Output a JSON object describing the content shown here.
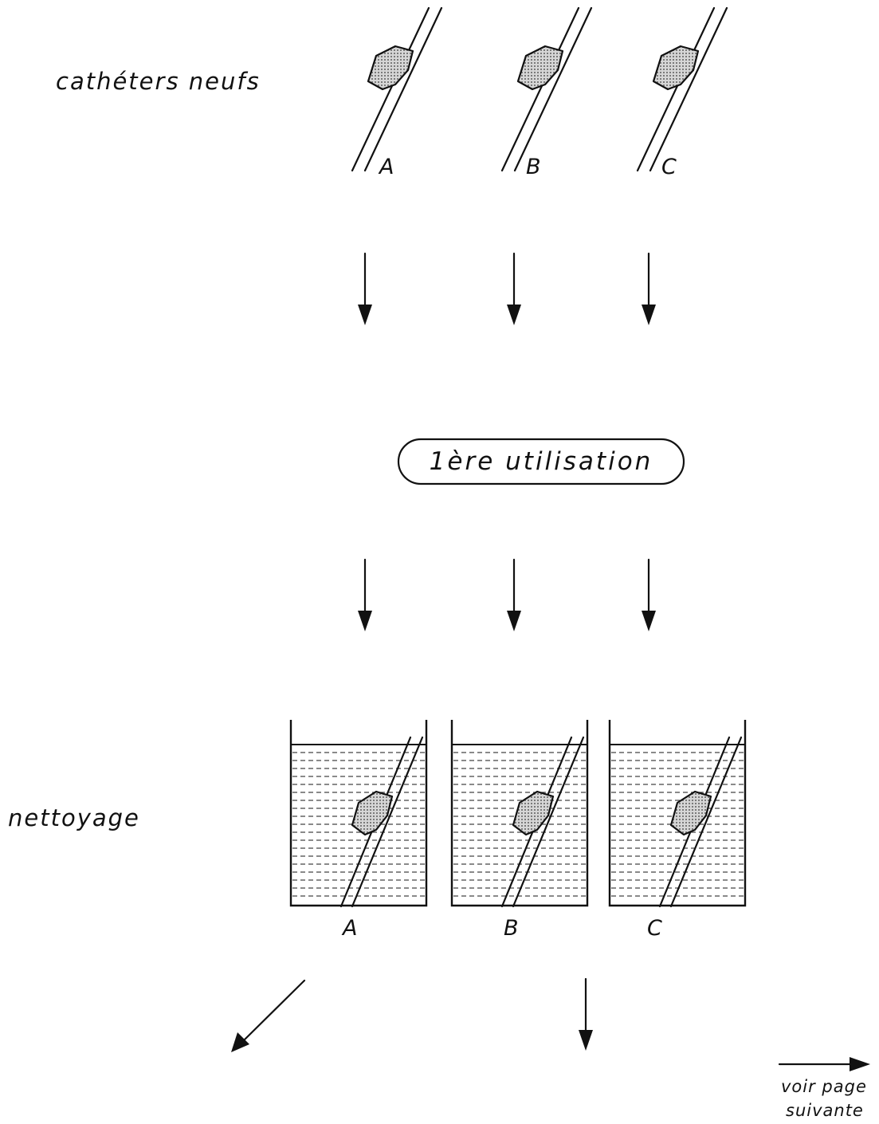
{
  "labels": {
    "new_catheters": "cathéters neufs",
    "cleaning": "nettoyage",
    "first_use": "1ère utilisation",
    "see_next_page_line1": "voir page",
    "see_next_page_line2": "suivante"
  },
  "catheters": [
    "A",
    "B",
    "C"
  ],
  "colors": {
    "ink": "#111111",
    "hub_fill": "#9a9a9a",
    "liquid_dash": "#444444"
  }
}
